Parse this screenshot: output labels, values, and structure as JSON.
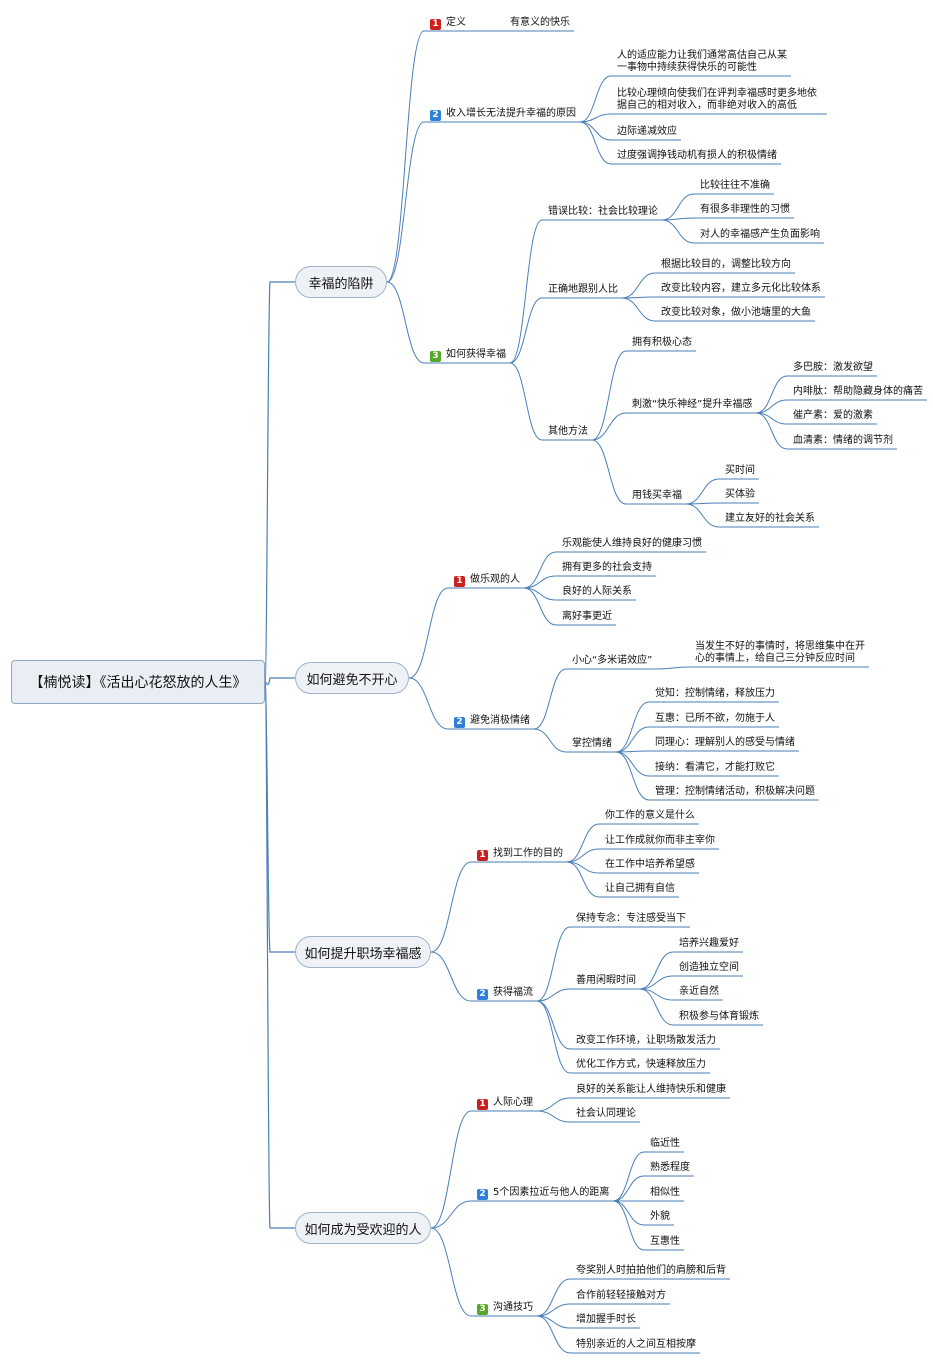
{
  "root": "【楠悦读】《活出心花怒放的人生》",
  "branches": [
    {
      "label": "幸福的陷阱",
      "children": [
        {
          "badge": "1",
          "label": "定义",
          "children": [
            {
              "label": "有意义的快乐"
            }
          ]
        },
        {
          "badge": "2",
          "label": "收入增长无法提升幸福的原因",
          "children": [
            {
              "label": "人的适应能力让我们通常高估自己从某一事物中持续获得快乐的可能性"
            },
            {
              "label": "比较心理倾向使我们在评判幸福感时更多地依据自己的相对收入，而非绝对收入的高低"
            },
            {
              "label": "边际递减效应"
            },
            {
              "label": "过度强调挣钱动机有损人的积极情绪"
            }
          ]
        },
        {
          "badge": "3",
          "label": "如何获得幸福",
          "children": [
            {
              "label": "错误比较：社会比较理论",
              "children": [
                {
                  "label": "比较往往不准确"
                },
                {
                  "label": "有很多非理性的习惯"
                },
                {
                  "label": "对人的幸福感产生负面影响"
                }
              ]
            },
            {
              "label": "正确地跟别人比",
              "children": [
                {
                  "label": "根据比较目的，调整比较方向"
                },
                {
                  "label": "改变比较内容，建立多元化比较体系"
                },
                {
                  "label": "改变比较对象，做小池塘里的大鱼"
                }
              ]
            },
            {
              "label": "其他方法",
              "children": [
                {
                  "label": "拥有积极心态"
                },
                {
                  "label": "刺激“快乐神经”提升幸福感",
                  "children": [
                    {
                      "label": "多巴胺：激发欲望"
                    },
                    {
                      "label": "内啡肽：帮助隐藏身体的痛苦"
                    },
                    {
                      "label": "催产素：爱的激素"
                    },
                    {
                      "label": "血清素：情绪的调节剂"
                    }
                  ]
                },
                {
                  "label": "用钱买幸福",
                  "children": [
                    {
                      "label": "买时间"
                    },
                    {
                      "label": "买体验"
                    },
                    {
                      "label": "建立友好的社会关系"
                    }
                  ]
                }
              ]
            }
          ]
        }
      ]
    },
    {
      "label": "如何避免不开心",
      "children": [
        {
          "badge": "1",
          "label": "做乐观的人",
          "children": [
            {
              "label": "乐观能使人维持良好的健康习惯"
            },
            {
              "label": "拥有更多的社会支持"
            },
            {
              "label": "良好的人际关系"
            },
            {
              "label": "离好事更近"
            }
          ]
        },
        {
          "badge": "2",
          "label": "避免消极情绪",
          "children": [
            {
              "label": "小心“多米诺效应”",
              "children": [
                {
                  "label": "当发生不好的事情时，将思维集中在开心的事情上，给自己三分钟反应时间"
                }
              ]
            },
            {
              "label": "掌控情绪",
              "children": [
                {
                  "label": "觉知：控制情绪，释放压力"
                },
                {
                  "label": "互惠：已所不欲，勿施于人"
                },
                {
                  "label": "同理心：理解别人的感受与情绪"
                },
                {
                  "label": "接纳：看清它，才能打败它"
                },
                {
                  "label": "管理：控制情绪活动，积极解决问题"
                }
              ]
            }
          ]
        }
      ]
    },
    {
      "label": "如何提升职场幸福感",
      "children": [
        {
          "badge": "1",
          "label": "找到工作的目的",
          "children": [
            {
              "label": "你工作的意义是什么"
            },
            {
              "label": "让工作成就你而非主宰你"
            },
            {
              "label": "在工作中培养希望感"
            },
            {
              "label": "让自己拥有自信"
            }
          ]
        },
        {
          "badge": "2",
          "label": "获得福流",
          "children": [
            {
              "label": "保持专念：专注感受当下"
            },
            {
              "label": "善用闲暇时间",
              "children": [
                {
                  "label": "培养兴趣爱好"
                },
                {
                  "label": "创造独立空间"
                },
                {
                  "label": "亲近自然"
                },
                {
                  "label": "积极参与体育锻炼"
                }
              ]
            },
            {
              "label": "改变工作环境，让职场散发活力"
            },
            {
              "label": "优化工作方式，快速释放压力"
            }
          ]
        }
      ]
    },
    {
      "label": "如何成为受欢迎的人",
      "children": [
        {
          "badge": "1",
          "label": "人际心理",
          "children": [
            {
              "label": "良好的关系能让人维持快乐和健康"
            },
            {
              "label": "社会认同理论"
            }
          ]
        },
        {
          "badge": "2",
          "label": "5个因素拉近与他人的距离",
          "children": [
            {
              "label": "临近性"
            },
            {
              "label": "熟悉程度"
            },
            {
              "label": "相似性"
            },
            {
              "label": "外貌"
            },
            {
              "label": "互惠性"
            }
          ]
        },
        {
          "badge": "3",
          "label": "沟通技巧",
          "children": [
            {
              "label": "夸奖别人时拍拍他们的肩膀和后背"
            },
            {
              "label": "合作前轻轻接触对方"
            },
            {
              "label": "增加握手时长"
            },
            {
              "label": "特别亲近的人之间互相按摩"
            }
          ]
        }
      ]
    }
  ],
  "colors": {
    "line": "#4a7fb8",
    "badge1": "#cc2020",
    "badge2": "#2f80d8",
    "badge3": "#55a828"
  }
}
